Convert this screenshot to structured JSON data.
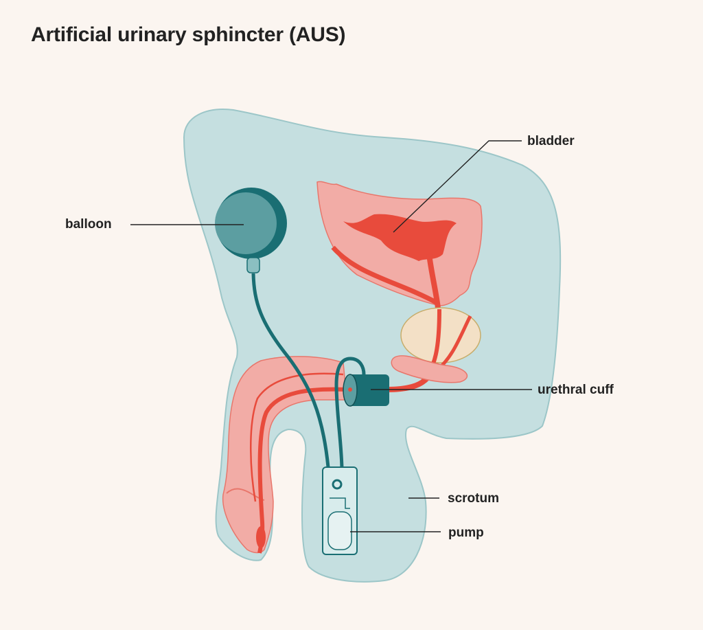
{
  "title": "Artificial urinary sphincter (AUS)",
  "labels": {
    "bladder": "bladder",
    "balloon": "balloon",
    "urethral_cuff": "urethral cuff",
    "scrotum": "scrotum",
    "pump": "pump"
  },
  "colors": {
    "background": "#fbf5f0",
    "body": "#c5dfe0",
    "tissue": "#f2aca6",
    "urethra": "#e84b3c",
    "device": "#1a6e73",
    "prostate": "#f3e0c6"
  }
}
